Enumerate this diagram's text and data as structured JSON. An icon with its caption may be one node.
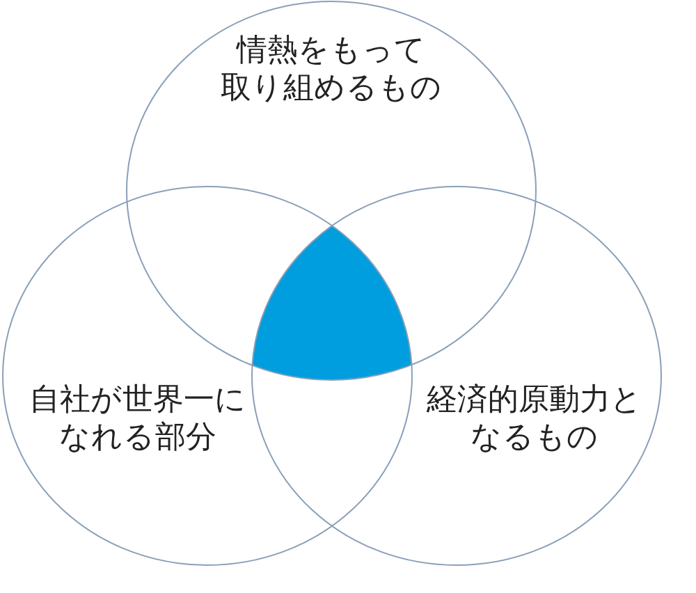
{
  "diagram": {
    "nodes": [
      {
        "text": [
          "情熱をもって取り組めるもの"
        ]
      },
      {
        "text": [
          "自社が世界一になれる部分"
        ]
      },
      {
        "text": [
          "経済的原動力となるもの"
        ]
      }
    ]
  }
}
